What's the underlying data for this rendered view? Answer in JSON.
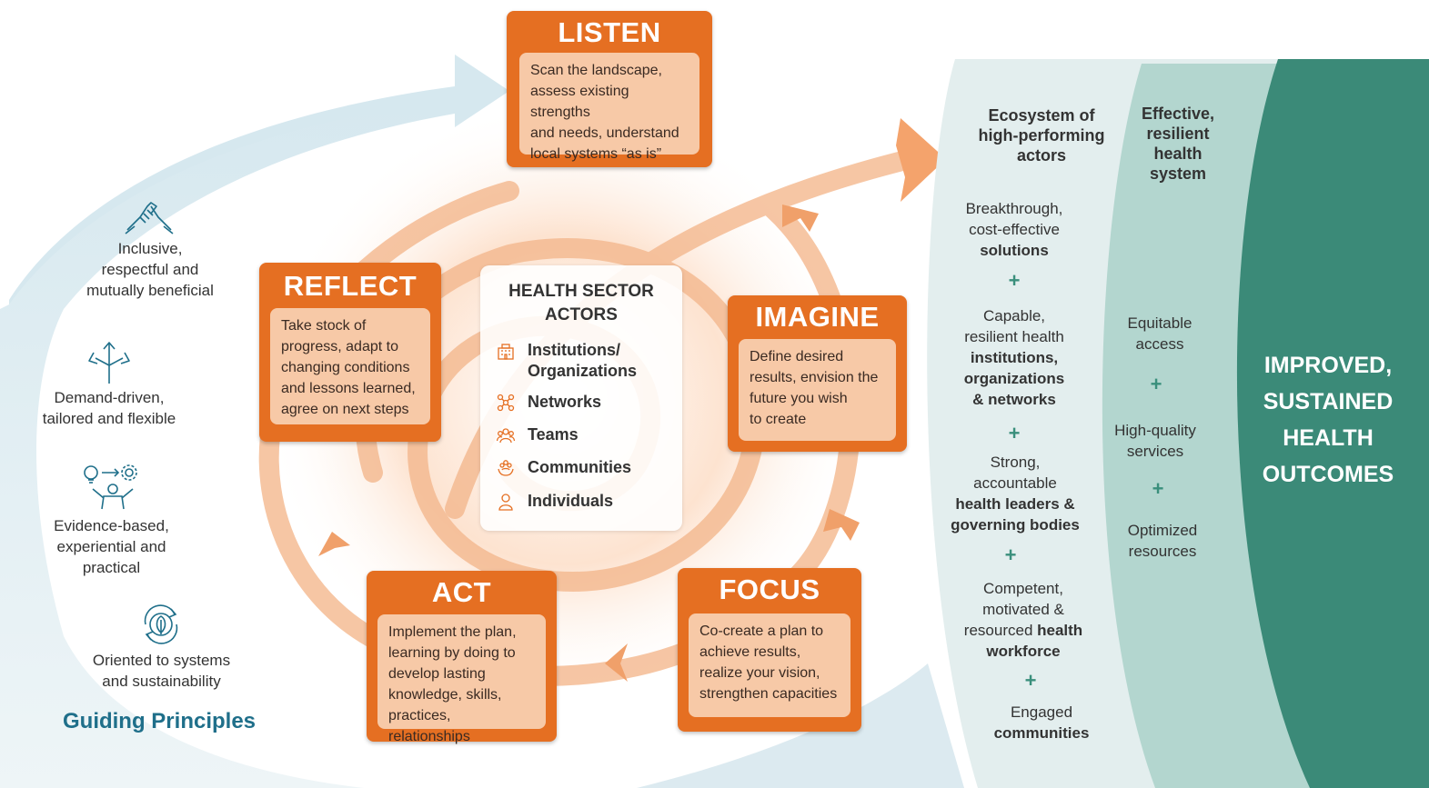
{
  "stages": {
    "listen": {
      "title": "LISTEN",
      "text": [
        "Scan the landscape,",
        "assess existing strengths",
        "and needs, understand",
        "local systems “as is”"
      ]
    },
    "imagine": {
      "title": "IMAGINE",
      "text": [
        "Define desired",
        "results, envision the",
        "future you wish",
        "to create"
      ]
    },
    "focus": {
      "title": "FOCUS",
      "text": [
        "Co-create a plan to",
        "achieve results,",
        "realize your vision,",
        "strengthen capacities"
      ]
    },
    "act": {
      "title": "ACT",
      "text": [
        "Implement the plan,",
        "learning by doing to",
        "develop lasting",
        "knowledge, skills,",
        "practices, relationships"
      ]
    },
    "reflect": {
      "title": "REFLECT",
      "text": [
        "Take stock of",
        "progress, adapt to",
        "changing conditions",
        "and lessons learned,",
        "agree on next steps"
      ]
    }
  },
  "actors": {
    "title": [
      "HEALTH SECTOR",
      "ACTORS"
    ],
    "items": [
      {
        "label": "Institutions/",
        "label2": "Organizations",
        "icon": "building-icon"
      },
      {
        "label": "Networks",
        "icon": "network-icon"
      },
      {
        "label": "Teams",
        "icon": "team-icon"
      },
      {
        "label": "Communities",
        "icon": "community-icon"
      },
      {
        "label": "Individuals",
        "icon": "person-icon"
      }
    ]
  },
  "principles": {
    "heading": "Guiding Principles",
    "items": [
      {
        "lines": [
          "Inclusive,",
          "respectful and",
          "mutually beneficial"
        ],
        "icon": "handshake-icon"
      },
      {
        "lines": [
          "Demand-driven,",
          "tailored and flexible"
        ],
        "icon": "branching-arrows-icon"
      },
      {
        "lines": [
          "Evidence-based,",
          "experiential and",
          "practical"
        ],
        "icon": "idea-to-gear-icon"
      },
      {
        "lines": [
          "Oriented to systems",
          "and sustainability"
        ],
        "icon": "recycle-leaf-icon"
      }
    ]
  },
  "ecosystem": {
    "heading": [
      "Ecosystem of",
      "high-performing",
      "actors"
    ],
    "plus": "+",
    "items": [
      {
        "normal": [
          "Breakthrough,",
          "cost-effective"
        ],
        "bold": [
          "solutions"
        ]
      },
      {
        "normal": [
          "Capable,",
          "resilient health"
        ],
        "bold": [
          "institutions,",
          "organizations",
          "& networks"
        ]
      },
      {
        "normal": [
          "Strong,",
          "accountable"
        ],
        "bold": [
          "health leaders &",
          "governing bodies"
        ]
      },
      {
        "normal": [
          "Competent,",
          "motivated &"
        ],
        "mixed": {
          "normal": "resourced ",
          "bold": "health"
        },
        "bold": [
          "workforce"
        ]
      },
      {
        "normal": [
          "Engaged"
        ],
        "bold": [
          "communities"
        ]
      }
    ]
  },
  "health_system": {
    "heading": [
      "Effective,",
      "resilient",
      "health",
      "system"
    ],
    "plus": "+",
    "items": [
      [
        "Equitable",
        "access"
      ],
      [
        "High-quality",
        "services"
      ],
      [
        "Optimized",
        "resources"
      ]
    ]
  },
  "outcome": [
    "IMPROVED,",
    "SUSTAINED",
    "HEALTH",
    "OUTCOMES"
  ],
  "colors": {
    "stage_orange": "#e56f22",
    "stage_desc": "#f7c9a7",
    "teal_dark": "#3b8a78",
    "teal_mid": "#b3d6cf",
    "teal_light": "#e3eeee",
    "principles_blue": "#1f6f8a"
  }
}
